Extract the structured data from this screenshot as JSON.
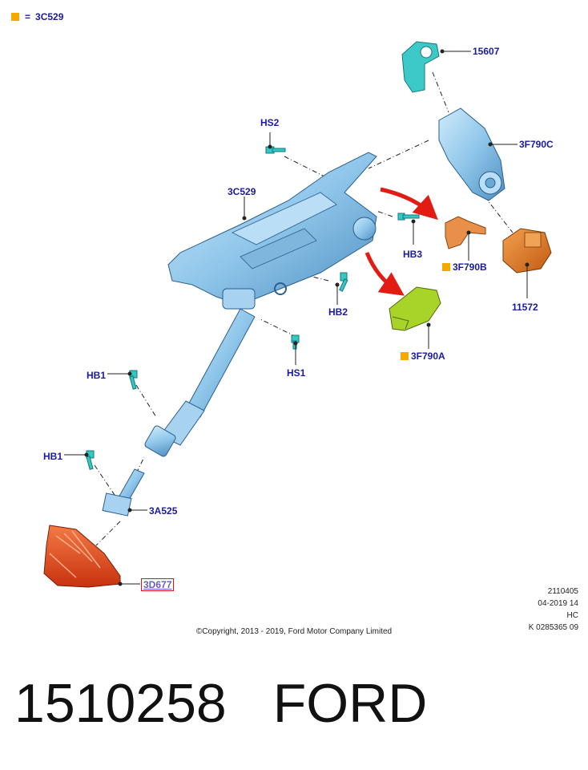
{
  "legend": {
    "code": "3C529",
    "sign": "="
  },
  "callouts": {
    "p15607": "15607",
    "p3f790c": "3F790C",
    "hs2": "HS2",
    "p3c529": "3C529",
    "hb3": "HB3",
    "p3f790b": "3F790B",
    "p11572": "11572",
    "hb2": "HB2",
    "p3f790a": "3F790A",
    "hs1": "HS1",
    "hb1_upper": "HB1",
    "hb1_lower": "HB1",
    "p3a525": "3A525",
    "p3d677": "3D677"
  },
  "colors": {
    "label": "#1a1aa6",
    "column_blue": "#9fd0ef",
    "cyan_part": "#2ec4c4",
    "orange_part": "#e07a1a",
    "green_part": "#a8d42a",
    "red_boot": "#e8451c",
    "arrow_red": "#e21b13",
    "legend_square": "#f5a800"
  },
  "footer": {
    "copyright": "©Copyright, 2013 - 2019, Ford Motor Company Limited",
    "ref_lines": [
      "2110405",
      "04-2019 14",
      "HC",
      "K 0285365 09"
    ]
  },
  "caption": {
    "part_number": "1510258",
    "brand": "FORD"
  }
}
